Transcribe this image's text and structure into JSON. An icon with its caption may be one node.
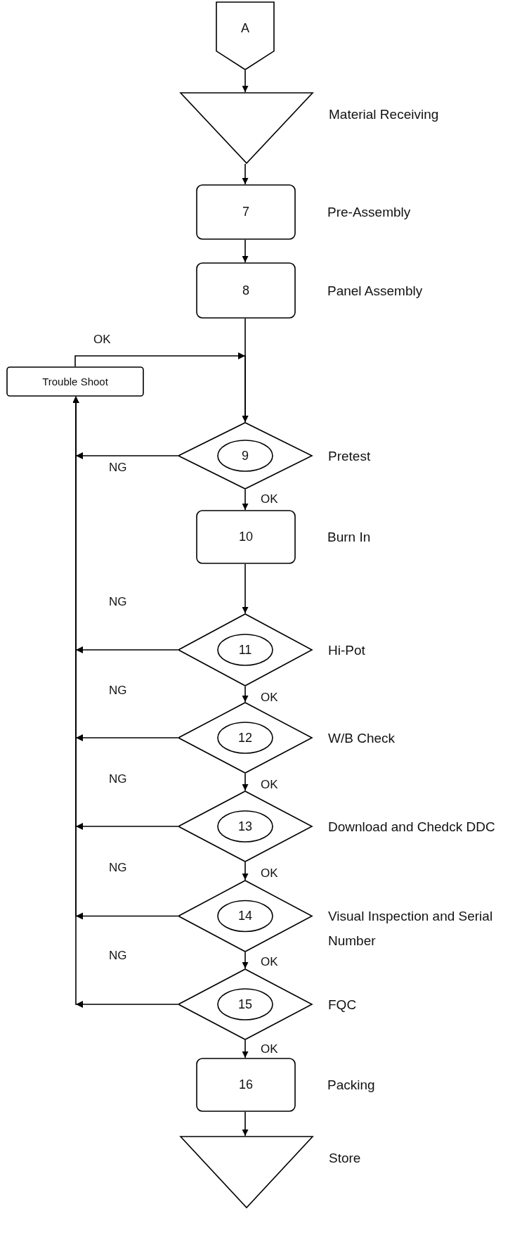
{
  "diagram": {
    "nodes": [
      {
        "text": [
          "A"
        ]
      },
      {
        "text": [],
        "shape": "triangle",
        "beside": [
          "Material Receiving"
        ]
      },
      {
        "text": [
          "7"
        ],
        "beside": [
          "Pre-Assembly"
        ]
      },
      {
        "text": [
          "8"
        ],
        "beside": [
          "Panel Assembly"
        ]
      },
      {
        "text": [
          "Trouble Shoot"
        ]
      },
      {
        "text": [
          "9"
        ],
        "beside": [
          "Pretest"
        ]
      },
      {
        "text": [
          "10"
        ],
        "beside": [
          "Burn In"
        ]
      },
      {
        "text": [
          "11"
        ],
        "beside": [
          "Hi-Pot"
        ]
      },
      {
        "text": [
          "12"
        ],
        "beside": [
          "W/B Check"
        ]
      },
      {
        "text": [
          "13"
        ],
        "beside": [
          "Download and Chedck DDC"
        ]
      },
      {
        "text": [
          "14"
        ],
        "beside": [
          "Visual Inspection and Serial Number"
        ]
      },
      {
        "text": [
          "15"
        ],
        "beside": [
          "FQC"
        ]
      },
      {
        "text": [
          "16"
        ],
        "beside": [
          "Packing"
        ]
      },
      {
        "text": [],
        "shape": "triangle",
        "beside": [
          "Store"
        ]
      }
    ],
    "edges": [
      {
        "from": 0,
        "to": 1,
        "arrow": "to"
      },
      {
        "from": 1,
        "to": 2,
        "arrow": "to"
      },
      {
        "from": 2,
        "to": 3,
        "arrow": "to"
      },
      {
        "from": 3,
        "to": 5,
        "arrow": "to"
      },
      {
        "from": 5,
        "to": 6,
        "arrow": "to",
        "label": "OK"
      },
      {
        "from": 6,
        "to": 7,
        "arrow": "to"
      },
      {
        "from": 7,
        "to": 8,
        "arrow": "to",
        "label": "OK"
      },
      {
        "from": 8,
        "to": 9,
        "arrow": "to",
        "label": "OK"
      },
      {
        "from": 9,
        "to": 10,
        "arrow": "to",
        "label": "OK"
      },
      {
        "from": 10,
        "to": 11,
        "arrow": "to",
        "label": "OK"
      },
      {
        "from": 11,
        "to": 12,
        "arrow": "to",
        "label": "OK"
      },
      {
        "from": 12,
        "to": 13,
        "arrow": "to"
      },
      {
        "from": 5,
        "to": 4,
        "arrow": "to",
        "label": "NG"
      },
      {
        "from": 7,
        "to": 4,
        "arrow": "to",
        "label": "NG"
      },
      {
        "from": 8,
        "to": 4,
        "arrow": "to",
        "label": "NG"
      },
      {
        "from": 9,
        "to": 4,
        "arrow": "to",
        "label": "NG"
      },
      {
        "from": 10,
        "to": 4,
        "arrow": "to",
        "label": "NG"
      },
      {
        "from": 11,
        "to": 4,
        "arrow": "to",
        "label": "NG"
      },
      {
        "from": 4,
        "to": 5,
        "arrow": "to",
        "label": "OK"
      }
    ]
  }
}
